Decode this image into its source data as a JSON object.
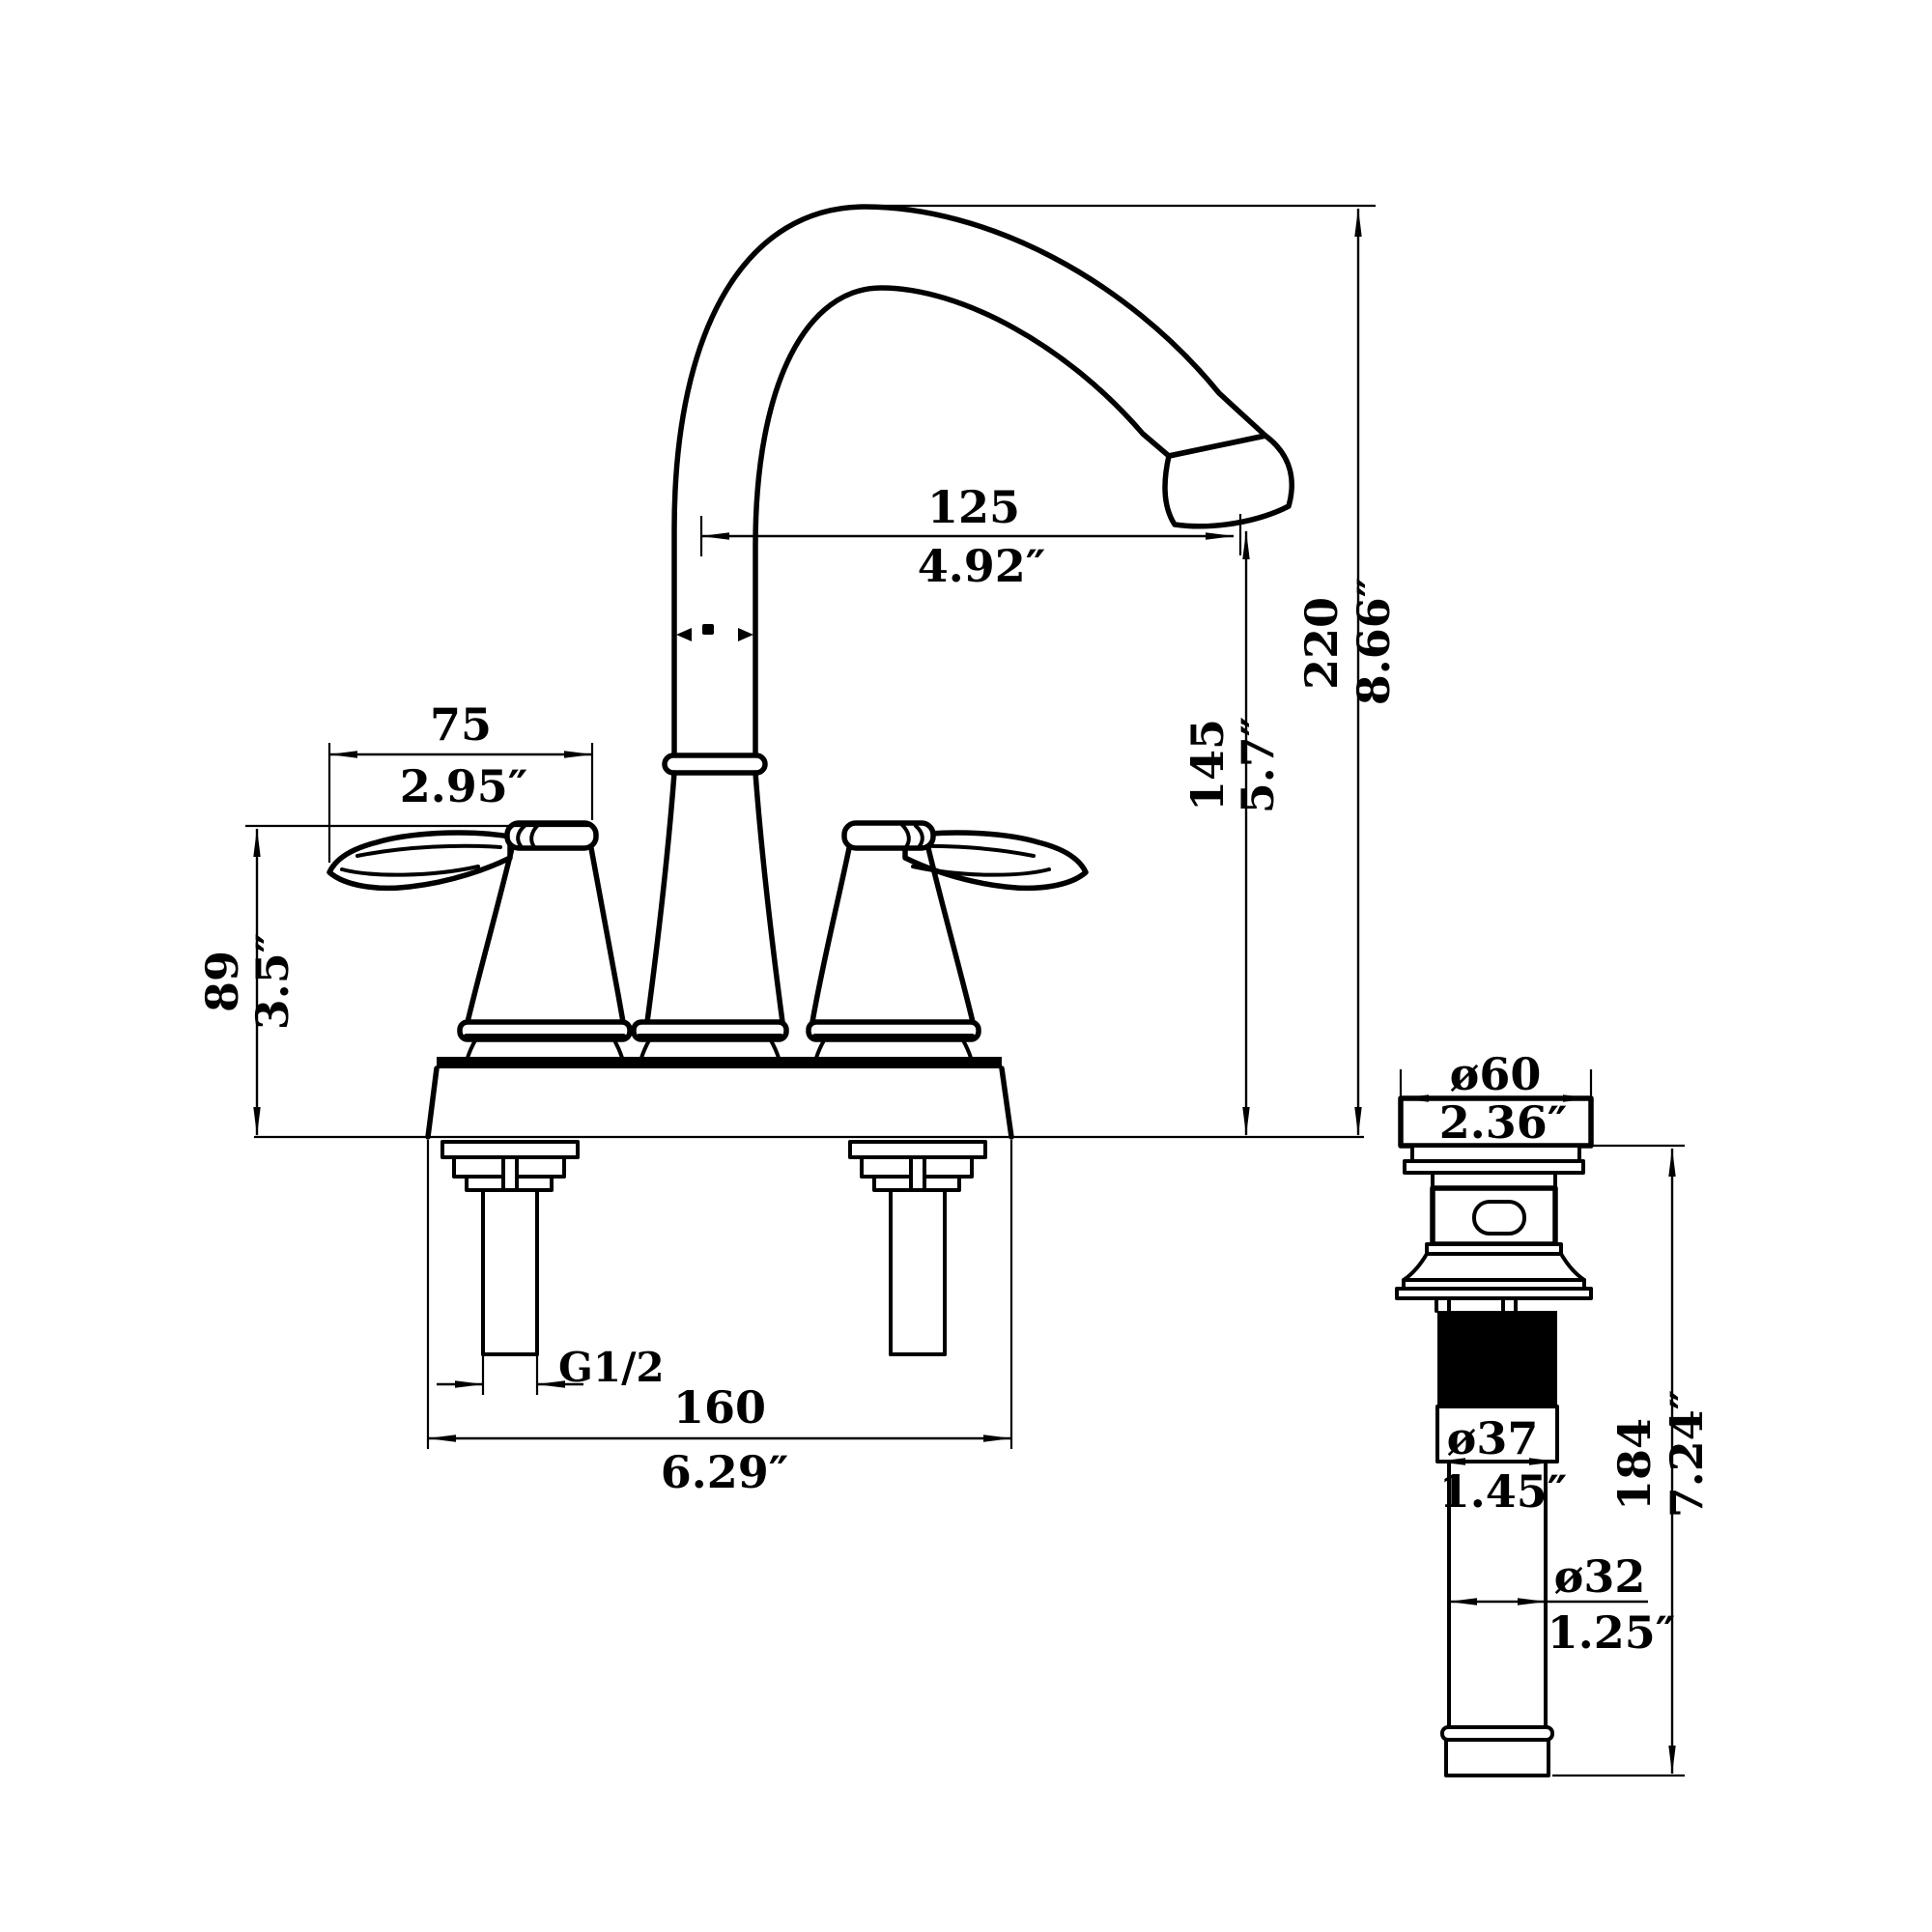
{
  "drawing": {
    "kind": "technical dimension drawing",
    "product": "two-handle centerset bathroom faucet with pop-up drain",
    "background_color": "#ffffff",
    "line_color": "#000000",
    "faucet": {
      "spout_reach": {
        "mm": "125",
        "in": "4.92″"
      },
      "overall_height": {
        "mm": "220",
        "in": "8.66″"
      },
      "outlet_height": {
        "mm": "145",
        "in": "5.7″"
      },
      "handle_length": {
        "mm": "75",
        "in": "2.95″"
      },
      "handle_height": {
        "mm": "89",
        "in": "3.5″"
      },
      "base_width": {
        "mm": "160",
        "in": "6.29″"
      },
      "inlet_thread": {
        "label": "G1/2"
      }
    },
    "drain": {
      "flange_diameter": {
        "mm": "ø60",
        "in": "2.36″"
      },
      "body_diameter": {
        "mm": "ø37",
        "in": "1.45″"
      },
      "tailpiece_diameter": {
        "mm": "ø32",
        "in": "1.25″"
      },
      "length": {
        "mm": "184",
        "in": "7.24″"
      }
    }
  }
}
